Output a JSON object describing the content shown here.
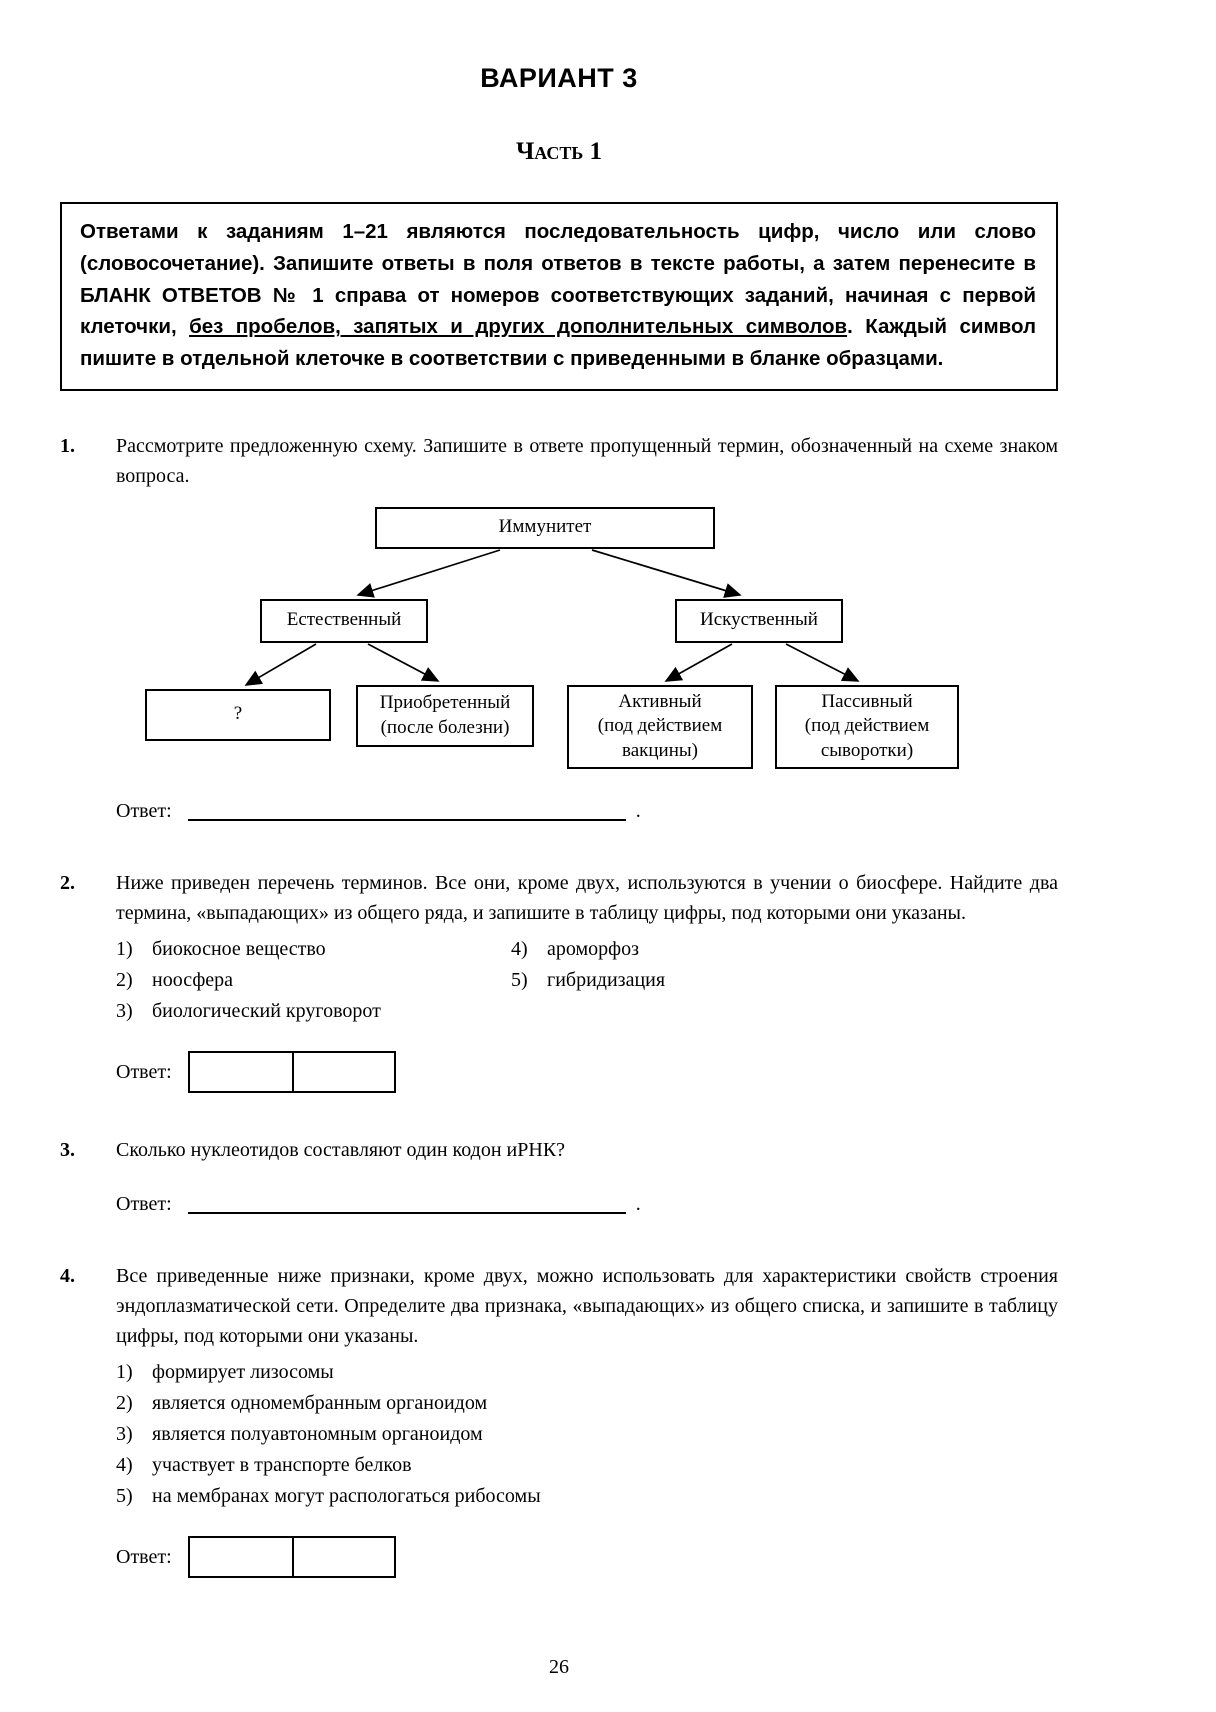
{
  "header": {
    "variant_title": "ВАРИАНТ 3",
    "part_title": "Часть 1"
  },
  "instruction_box": {
    "seg_intro": "Ответами к заданиям 1–21 являются последовательность цифр, число или слово (словосочетание). Запишите ответы в поля ответов в тексте работы, а затем перенесите в ",
    "seg_blank_form": "БЛАНК ОТВЕТОВ № 1",
    "seg_mid": " справа от номеров соответствующих заданий, начиная с первой клеточки, ",
    "seg_underlined": "без пробелов, запятых и других дополнительных символов",
    "seg_end": ". Каждый символ пишите в отдельной клеточке в соответствии с приведенными в бланке образцами."
  },
  "questions": {
    "q1": {
      "number": "1.",
      "text": "Рассмотрите предложенную схему. Запишите в ответе пропущенный термин, обозначенный на схеме знаком вопроса.",
      "diagram": {
        "root": "Иммунитет",
        "natural": "Естественный",
        "artificial": "Искуственный",
        "unknown": "?",
        "acquired": "Приобретенный\n(после болезни)",
        "active": "Активный\n(под действием\nвакцины)",
        "passive": "Пассивный\n(под действием\nсыворотки)"
      },
      "answer_label": "Ответ:",
      "answer_period": "."
    },
    "q2": {
      "number": "2.",
      "text": "Ниже приведен перечень терминов. Все они, кроме двух, используются в учении о биосфере. Найдите два термина, «выпадающих» из общего ряда, и запишите в таблицу цифры, под которыми они указаны.",
      "items_left": [
        {
          "num": "1)",
          "text": "биокосное вещество"
        },
        {
          "num": "2)",
          "text": "ноосфера"
        },
        {
          "num": "3)",
          "text": "биологический круговорот"
        }
      ],
      "items_right": [
        {
          "num": "4)",
          "text": "ароморфоз"
        },
        {
          "num": "5)",
          "text": "гибридизация"
        }
      ],
      "answer_label": "Ответ:"
    },
    "q3": {
      "number": "3.",
      "text": "Сколько нуклеотидов составляют один кодон иРНК?",
      "answer_label": "Ответ:",
      "answer_period": "."
    },
    "q4": {
      "number": "4.",
      "text": "Все приведенные ниже признаки, кроме двух, можно использовать для характеристики свойств строения эндоплазматической сети. Определите два признака, «выпадающих» из общего списка, и запишите в таблицу цифры, под которыми они указаны.",
      "items": [
        {
          "num": "1)",
          "text": "формирует лизосомы"
        },
        {
          "num": "2)",
          "text": "является одномембранным органоидом"
        },
        {
          "num": "3)",
          "text": "является полуавтономным органоидом"
        },
        {
          "num": "4)",
          "text": "участвует в транспорте белков"
        },
        {
          "num": "5)",
          "text": "на мембранах могут распологаться рибосомы"
        }
      ],
      "answer_label": "Ответ:"
    }
  },
  "footer": {
    "page_number": "26"
  }
}
